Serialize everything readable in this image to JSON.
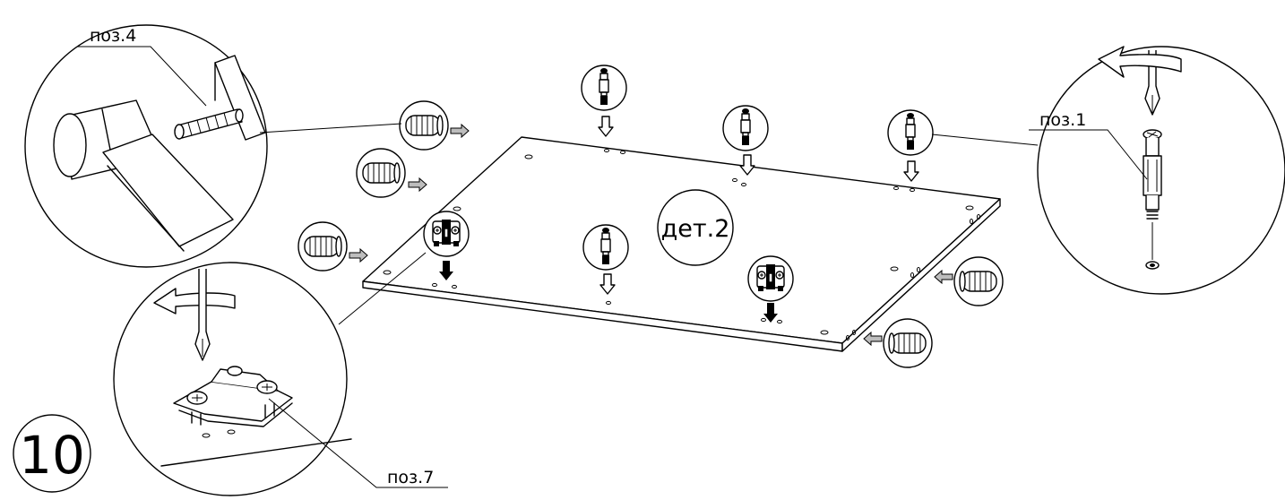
{
  "step": {
    "number": "10"
  },
  "panel": {
    "label": "дет.2"
  },
  "callouts": {
    "pos4": "поз.4",
    "pos1": "поз.1",
    "pos7": "поз.7"
  },
  "colors": {
    "line": "#000000",
    "background": "#ffffff",
    "arrow_fill": "#bdbdbd"
  }
}
